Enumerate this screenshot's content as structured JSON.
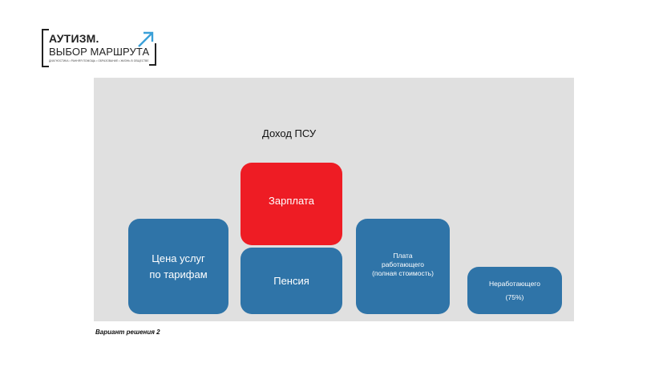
{
  "logo": {
    "line1": "АУТИЗМ.",
    "line2": "ВЫБОР МАРШРУТА",
    "tagline": "ДИАГНОСТИКА • РАННЯЯ ПОМОЩЬ • ОБРАЗОВАНИЕ • ЖИЗНЬ В ОБЩЕСТВЕ",
    "arrow_color": "#3aa0d8"
  },
  "diagram": {
    "title": "Доход ПСУ",
    "boxes": {
      "tariff": "Цена услуг\nпо тарифам",
      "salary": "Зарплата",
      "pension": "Пенсия",
      "working": "Плата\nработающего\n(полная стоимость)",
      "nonworking": "Неработающего\n(75%)"
    },
    "colors": {
      "blue": "#2f74a8",
      "red": "#ee1c24",
      "panel": "#e0e0e0"
    }
  },
  "caption": "Вариант решения 2"
}
